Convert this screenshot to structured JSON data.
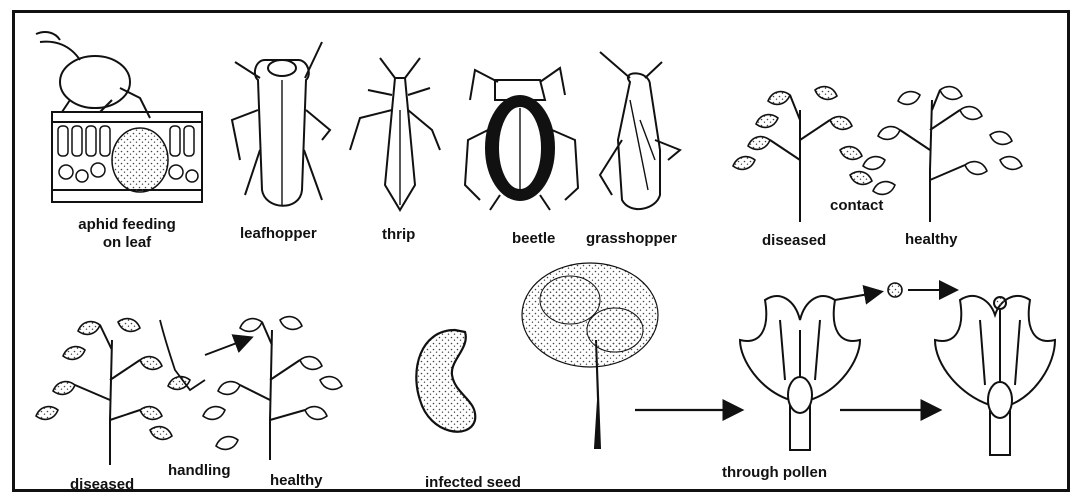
{
  "labels": {
    "aphid_line1": "aphid feeding",
    "aphid_line2": "on leaf",
    "leafhopper": "leafhopper",
    "thrip": "thrip",
    "beetle": "beetle",
    "grasshopper": "grasshopper",
    "contact": "contact",
    "diseased_top": "diseased",
    "healthy_top": "healthy",
    "diseased_bottom": "diseased",
    "handling": "handling",
    "healthy_bottom": "healthy",
    "infected_seed": "infected seed",
    "through_pollen": "through pollen"
  },
  "colors": {
    "ink": "#111111",
    "paper": "#ffffff",
    "stipple": "#555555"
  }
}
